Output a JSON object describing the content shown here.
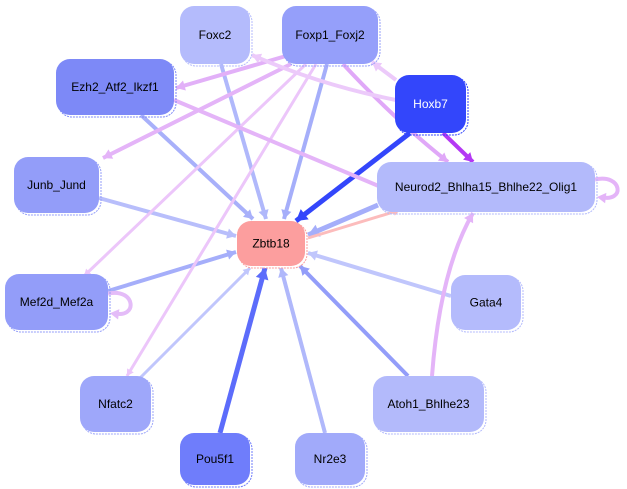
{
  "diagram": {
    "type": "gene-regulatory-network",
    "central_node": "Zbtb18",
    "nodes": [
      {
        "id": "Foxc2",
        "label": "Foxc2",
        "fill": "#b4bbfc",
        "text": "#000000"
      },
      {
        "id": "Foxp1_Foxj2",
        "label": "Foxp1_Foxj2",
        "fill": "#959ffa",
        "text": "#000000"
      },
      {
        "id": "Ezh2_Atf2_Ikzf1",
        "label": "Ezh2_Atf2_Ikzf1",
        "fill": "#7d89f7",
        "text": "#000000"
      },
      {
        "id": "Hoxb7",
        "label": "Hoxb7",
        "fill": "#3346fb",
        "text": "#ffffff"
      },
      {
        "id": "Junb_Jund",
        "label": "Junb_Jund",
        "fill": "#939df9",
        "text": "#000000"
      },
      {
        "id": "Neurod2",
        "label": "Neurod2_Bhlha15_Bhlhe22_Olig1",
        "fill": "#b3bafb",
        "text": "#000000"
      },
      {
        "id": "Zbtb18",
        "label": "Zbtb18",
        "fill": "#fc9e9e",
        "text": "#000000"
      },
      {
        "id": "Mef2d_Mef2a",
        "label": "Mef2d_Mef2a",
        "fill": "#939df9",
        "text": "#000000"
      },
      {
        "id": "Gata4",
        "label": "Gata4",
        "fill": "#b4bbfc",
        "text": "#000000"
      },
      {
        "id": "Nfatc2",
        "label": "Nfatc2",
        "fill": "#9ea7fa",
        "text": "#000000"
      },
      {
        "id": "Atoh1_Bhlhe23",
        "label": "Atoh1_Bhlhe23",
        "fill": "#b3bafb",
        "text": "#000000"
      },
      {
        "id": "Pou5f1",
        "label": "Pou5f1",
        "fill": "#6f7dfb",
        "text": "#000000"
      },
      {
        "id": "Nr2e3",
        "label": "Nr2e3",
        "fill": "#a1aafa",
        "text": "#000000"
      }
    ],
    "edges": [
      {
        "from": "Foxc2",
        "to": "Zbtb18",
        "color": "#b0b8fb"
      },
      {
        "from": "Foxp1_Foxj2",
        "to": "Zbtb18",
        "color": "#a5aefa"
      },
      {
        "from": "Ezh2_Atf2_Ikzf1",
        "to": "Zbtb18",
        "color": "#a8b0fa"
      },
      {
        "from": "Hoxb7",
        "to": "Zbtb18",
        "color": "#3346fb"
      },
      {
        "from": "Junb_Jund",
        "to": "Zbtb18",
        "color": "#b8befb"
      },
      {
        "from": "Neurod2",
        "to": "Zbtb18",
        "color": "#a5aefa"
      },
      {
        "from": "Zbtb18",
        "to": "Neurod2",
        "color": "#fcbcbc"
      },
      {
        "from": "Mef2d_Mef2a",
        "to": "Zbtb18",
        "color": "#a5aefa"
      },
      {
        "from": "Gata4",
        "to": "Zbtb18",
        "color": "#c0c6fc"
      },
      {
        "from": "Nfatc2",
        "to": "Zbtb18",
        "color": "#c0c6fc"
      },
      {
        "from": "Atoh1_Bhlhe23",
        "to": "Zbtb18",
        "color": "#939df9"
      },
      {
        "from": "Pou5f1",
        "to": "Zbtb18",
        "color": "#5c6cfb"
      },
      {
        "from": "Nr2e3",
        "to": "Zbtb18",
        "color": "#b0b8fb"
      },
      {
        "from": "Foxp1_Foxj2",
        "to": "Ezh2_Atf2_Ikzf1",
        "color": "#e2b0f8"
      },
      {
        "from": "Foxp1_Foxj2",
        "to": "Junb_Jund",
        "color": "#e4b4f8"
      },
      {
        "from": "Foxp1_Foxj2",
        "to": "Mef2d_Mef2a",
        "color": "#ecc6fa"
      },
      {
        "from": "Foxp1_Foxj2",
        "to": "Nfatc2",
        "color": "#ecc6fa"
      },
      {
        "from": "Foxp1_Foxj2",
        "to": "Neurod2",
        "color": "#e0a8f8"
      },
      {
        "from": "Hoxb7",
        "to": "Foxp1_Foxj2",
        "color": "#eccafa"
      },
      {
        "from": "Hoxb7",
        "to": "Foxc2",
        "color": "#eccafa"
      },
      {
        "from": "Hoxb7",
        "to": "Neurod2",
        "color": "#b438f4"
      },
      {
        "from": "Ezh2_Atf2_Ikzf1",
        "to": "Neurod2",
        "color": "#e4b4f8"
      },
      {
        "from": "Atoh1_Bhlhe23",
        "to": "Neurod2",
        "color": "#e4b4f8"
      },
      {
        "from": "Neurod2",
        "to": "Neurod2",
        "color": "#e4b4f8"
      },
      {
        "from": "Mef2d_Mef2a",
        "to": "Mef2d_Mef2a",
        "color": "#e4bcf8"
      }
    ]
  }
}
